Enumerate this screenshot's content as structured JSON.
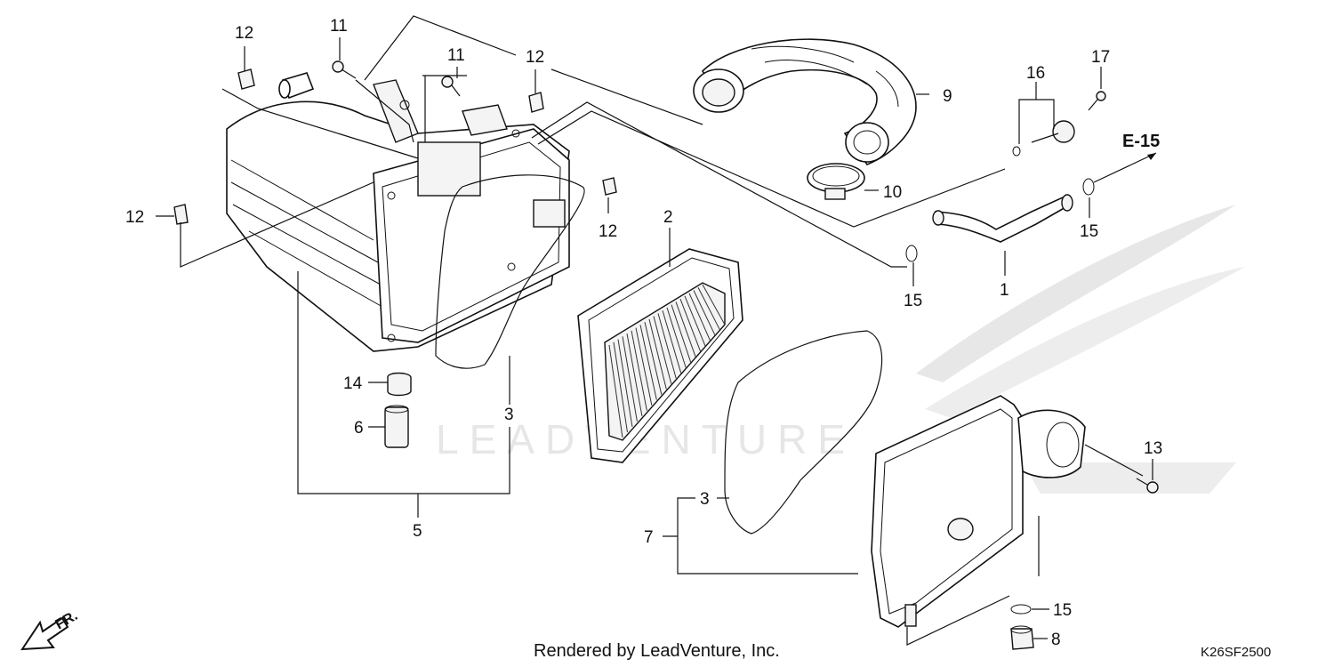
{
  "callouts": {
    "c1": "1",
    "c2": "2",
    "c3a": "3",
    "c3b": "3",
    "c5": "5",
    "c6": "6",
    "c7": "7",
    "c8": "8",
    "c9": "9",
    "c10": "10",
    "c11a": "11",
    "c11b": "11",
    "c12a": "12",
    "c12b": "12",
    "c12c": "12",
    "c12d": "12",
    "c13": "13",
    "c14": "14",
    "c15a": "15",
    "c15b": "15",
    "c15c": "15",
    "c16": "16",
    "c17": "17"
  },
  "reference": "E-15",
  "direction_label": "FR.",
  "watermark": "LEADVENTURE",
  "footer": "Rendered by LeadVenture, Inc.",
  "diagram_code": "K26SF2500"
}
